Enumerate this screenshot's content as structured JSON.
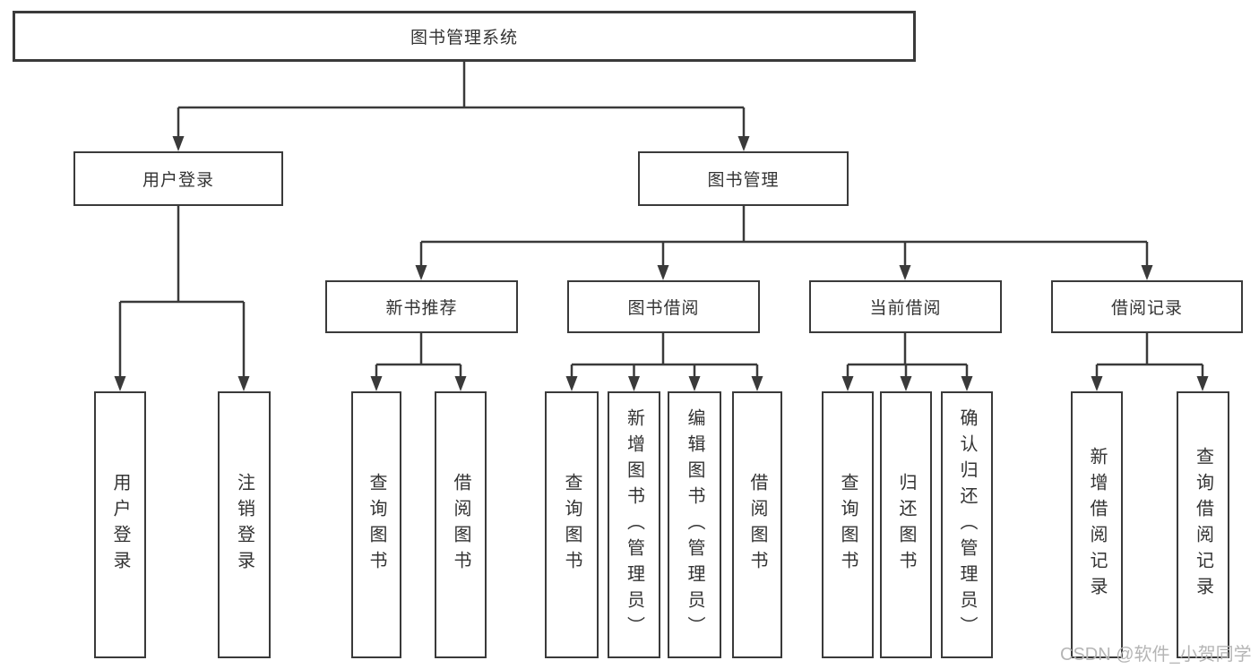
{
  "diagram_type": "hierarchy-tree",
  "colors": {
    "line": "#3a3a3a",
    "box_border": "#3a3a3a",
    "text": "#333333",
    "background": "#ffffff",
    "watermark": "#b5b5b5"
  },
  "tree": {
    "root": {
      "label": "图书管理系统",
      "children": [
        {
          "label": "用户登录",
          "children": [
            {
              "label": "用户登录"
            },
            {
              "label": "注销登录"
            }
          ]
        },
        {
          "label": "图书管理",
          "children": [
            {
              "label": "新书推荐",
              "children": [
                {
                  "label": "查询图书"
                },
                {
                  "label": "借阅图书"
                }
              ]
            },
            {
              "label": "图书借阅",
              "children": [
                {
                  "label": "查询图书"
                },
                {
                  "label": "新增图书（管理员）"
                },
                {
                  "label": "编辑图书（管理员）"
                },
                {
                  "label": "借阅图书"
                }
              ]
            },
            {
              "label": "当前借阅",
              "children": [
                {
                  "label": "查询图书"
                },
                {
                  "label": "归还图书"
                },
                {
                  "label": "确认归还（管理员）"
                }
              ]
            },
            {
              "label": "借阅记录",
              "children": [
                {
                  "label": "新增借阅记录"
                },
                {
                  "label": "查询借阅记录"
                }
              ]
            }
          ]
        }
      ]
    }
  },
  "watermark": {
    "text": "CSDN @软件_小贺同学"
  }
}
